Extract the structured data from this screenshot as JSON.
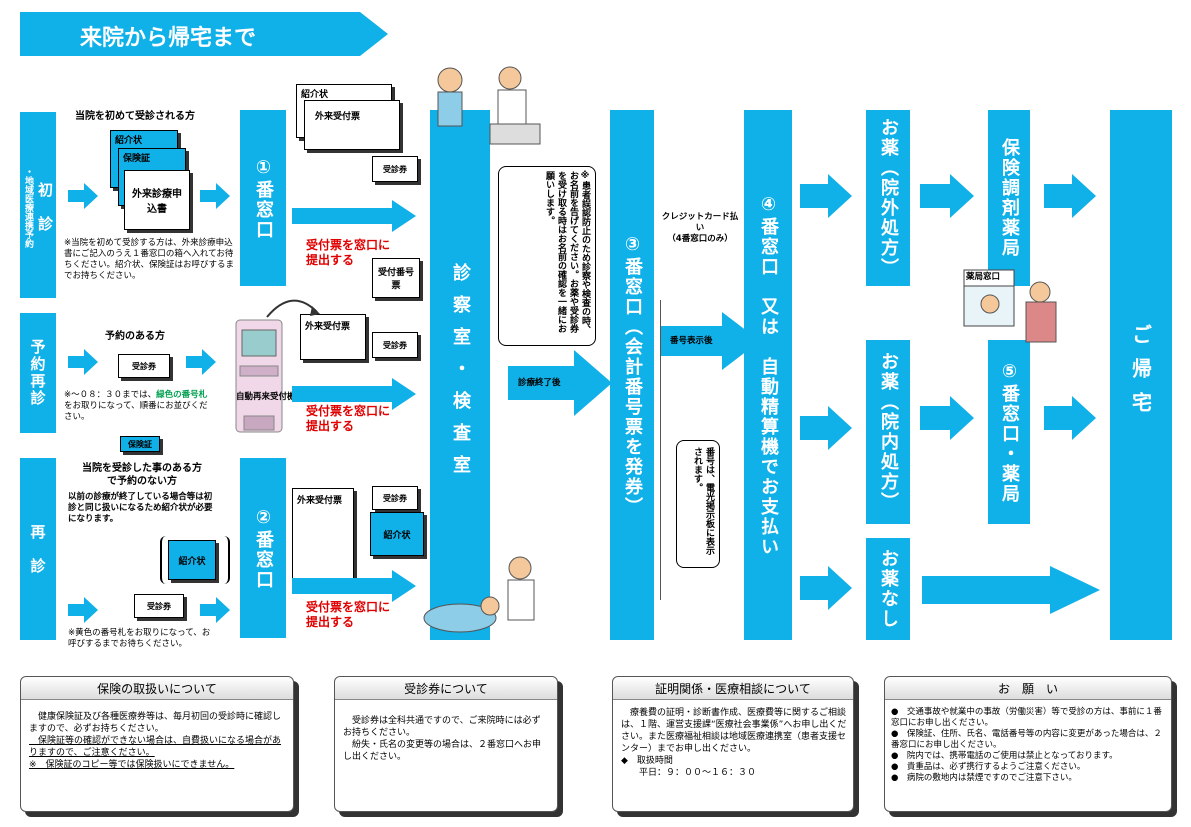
{
  "header": {
    "title": "来院から帰宅まで"
  },
  "rows": {
    "first": {
      "label": "初　診",
      "sub": "・地域医療連携予約"
    },
    "reserved": {
      "label": "予約再診"
    },
    "revisit": {
      "label": "再　診"
    }
  },
  "first_visit": {
    "heading": "当院を初めて受診される方",
    "docs": [
      "紹介状",
      "保険証",
      "外来診療申込書"
    ],
    "note": "※当院を初めて受診する方は、外来診療申込書にご記入のうえ１番窓口の箱へ入れてお待ちください。紹介状、保険証はお呼びするまでお持ちください。"
  },
  "reserved_visit": {
    "heading": "予約のある方",
    "card": "受診券",
    "note_pre": "※～０８：３０までは、",
    "note_colored": "緑色の番号札",
    "note_post": "をお取りになって、順番にお並びください。",
    "insurance": "保険証",
    "machine_label": "自動再来受付機"
  },
  "revisit": {
    "heading": "当院を受診した事のある方で予約のない方",
    "text": "以前の診療が終了している場合等は初診と同じ扱いになるため紹介状が必要になります。",
    "referral": "紹介状",
    "card": "受診券",
    "note": "※黄色の番号札をお取りになって、お呼びするまでお待ちください。"
  },
  "windows": {
    "w1": "①番窓口",
    "w2": "②番窓口"
  },
  "forms": {
    "referral": "紹介状",
    "outpatient_ticket": "外来受付票",
    "card": "受診券",
    "reception_number": "受付番号票"
  },
  "submit_text": "受付票を窓口に提出する",
  "exam": {
    "label": "診察室・検査室",
    "after": "診療終了後"
  },
  "notice_patient": "※患者誤認防止のため診察や検査の時、お名前を告げてください。お薬や受診券を受け取る時はお名前の確認を一緒にお願いします。",
  "w3": {
    "label": "③番窓口（会計番号票を発券）"
  },
  "board_note": "番号は、電光掲示板に表示されます。",
  "credit": {
    "line1": "クレジットカード払い",
    "line2": "（4番窓口のみ）"
  },
  "number_display": "番号表示後",
  "w4": {
    "label": "④番窓口　又は　自動精算機でお支払い"
  },
  "medicine": {
    "outside": "お薬（院外処方）",
    "inside": "お薬（院内処方）",
    "none": "お薬なし"
  },
  "pharmacy": {
    "outside": "保険調剤薬局",
    "inside": "⑤番窓口・薬局",
    "sign": "薬局窓口"
  },
  "home": "ご帰宅",
  "boxes": [
    {
      "title": "保険の取扱いについて",
      "lines": [
        "　健康保険証及び各種医療券等は、毎月初回の受診時に確認しますので、必ずお持ちください。",
        "　保険証等の確認ができない場合は、自費扱いになる場合がありますので、ご注意ください。",
        "※　保険証のコピー等では保険扱いにできません。"
      ]
    },
    {
      "title": "受診券について",
      "lines": [
        "　受診券は全科共通ですので、ご来院時には必ずお持ちください。",
        "　紛失・氏名の変更等の場合は、２番窓口へお申し出ください。"
      ]
    },
    {
      "title": "証明関係・医療相談について",
      "lines": [
        "　療養費の証明・診断書作成、医療費等に関するご相談は、１階、運営支援課“医療社会事業係”へお申し出ください。また医療福祉相談は地域医療連携室（患者支援センター）までお申し出ください。",
        "◆　取扱時間",
        "　　平日：９：００～１６：３０"
      ]
    },
    {
      "title": "お　願　い",
      "lines": [
        "●　交通事故や就業中の事故（労働災害）等で受診の方は、事前に１番窓口にお申し出ください。",
        "●　保険証、住所、氏名、電話番号等の内容に変更があった場合は、２番窓口にお申し出ください。",
        "●　院内では、携帯電話のご使用は禁止となっております。",
        "●　貴重品は、必ず携行するようご注意ください。",
        "●　病院の敷地内は禁煙ですのでご注意下さい。"
      ]
    }
  ],
  "colors": {
    "primary": "#10b0e8",
    "red": "#e00000",
    "green": "#00a050"
  }
}
